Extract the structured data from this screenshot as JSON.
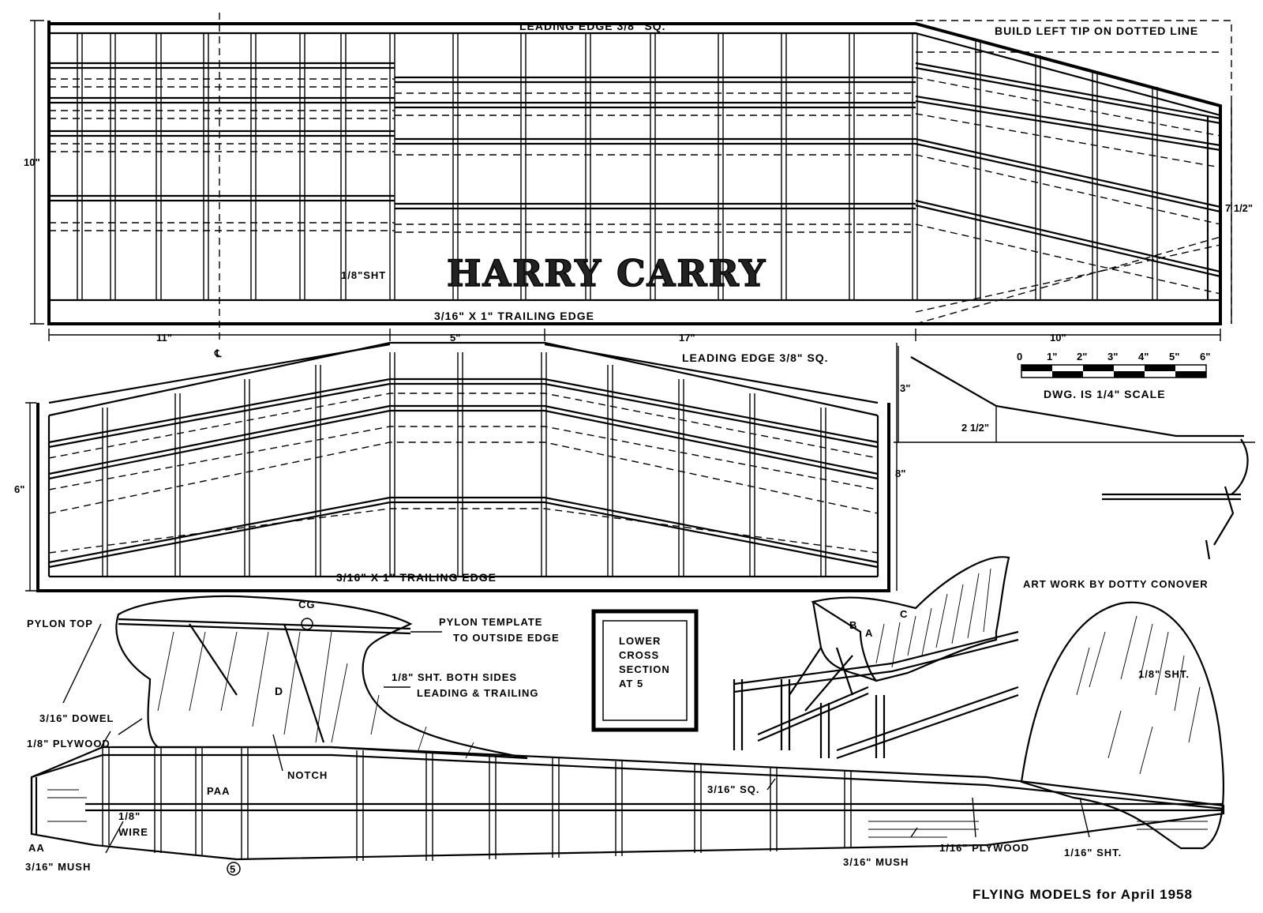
{
  "title": "HARRY CARRY",
  "credit": {
    "magazine": "FLYING MODELS",
    "issue": "for April 1958"
  },
  "art_credit": "ART WORK BY DOTTY CONOVER",
  "wing": {
    "leading_edge": "LEADING EDGE 3/8\" SQ.",
    "tip_note": "BUILD LEFT TIP ON DOTTED LINE",
    "trailing_edge": "3/16\" X 1\" TRAILING EDGE",
    "sheet": "1/8\"SHT",
    "chord": "10\"",
    "tip_chord": "7 1/2\"",
    "span_center": "11\"",
    "span_mid": "5\"",
    "span_outer": "17\"",
    "span_tip": "10\"",
    "centerline": "℄"
  },
  "stabilizer": {
    "leading_edge": "LEADING EDGE 3/8\" SQ.",
    "trailing_edge": "3/16\" X 1\" TRAILING EDGE",
    "chord": "6\"",
    "tip_chord": "8\""
  },
  "dihedral": {
    "rise": "3\"",
    "rise_center": "2 1/2\""
  },
  "scale": {
    "ticks": [
      "0",
      "1\"",
      "2\"",
      "3\"",
      "4\"",
      "5\"",
      "6\""
    ],
    "note": "DWG. IS 1/4\" SCALE"
  },
  "cross_section": {
    "lines": [
      "LOWER",
      "CROSS",
      "SECTION",
      "AT 5"
    ]
  },
  "fuselage": {
    "pylon_top": "PYLON TOP",
    "cg": "CG",
    "pylon_template": [
      "PYLON TEMPLATE",
      "TO OUTSIDE EDGE"
    ],
    "sheet_both_sides": [
      "1/8\" SHT. BOTH SIDES",
      "LEADING & TRAILING"
    ],
    "dowel": "3/16\" DOWEL",
    "plywood_front": "1/8\" PLYWOOD",
    "notch": "NOTCH",
    "wire": [
      "1/8\"",
      "WIRE"
    ],
    "aa": "AA",
    "mush_front": "3/16\" MUSH",
    "station": "5",
    "square": "3/16\" SQ.",
    "mush_rear": "3/16\" MUSH",
    "plywood_rear": "1/16\" PLYWOOD",
    "sheet_rear": "1/16\" SHT.",
    "d": "D",
    "paa": "PAA"
  },
  "fin": {
    "sheet": "1/8\" SHT."
  },
  "detail": {
    "a": "A",
    "b": "B",
    "c": "C"
  }
}
